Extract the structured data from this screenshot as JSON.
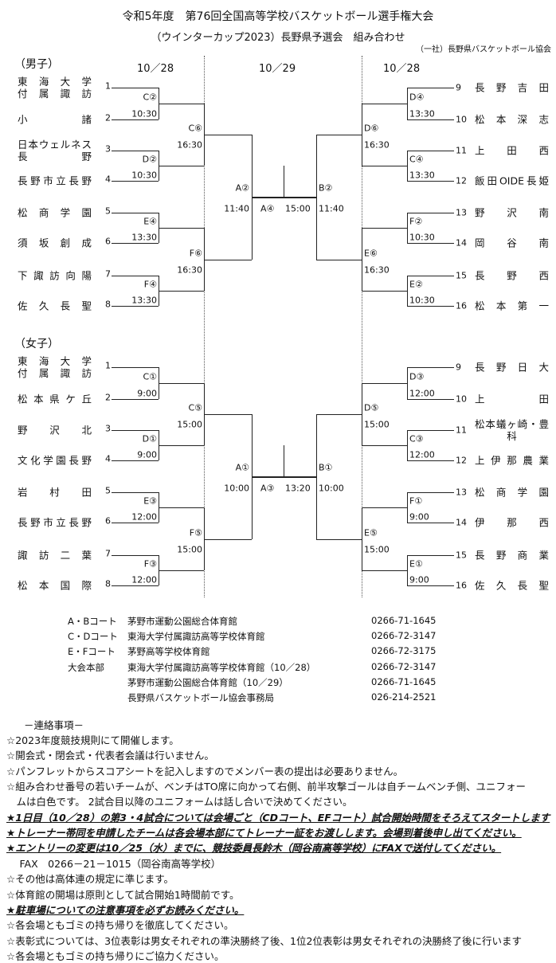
{
  "header": {
    "title": "令和5年度　第76回全国高等学校バスケットボール選手権大会",
    "subtitle": "（ウインターカップ2023）長野県予選会　組み合わせ",
    "org": "（一社）長野県バスケットボール協会"
  },
  "dates": [
    "10／28",
    "10／29",
    "10／28"
  ],
  "men": {
    "label": "（男子）",
    "left": {
      "teams": [
        {
          "num": "1",
          "lines": [
            "東海大学",
            "付属諏訪"
          ]
        },
        {
          "num": "2",
          "lines": [
            "小　　諸"
          ]
        },
        {
          "num": "3",
          "lines": [
            "日本ウェルネス",
            "長　　野"
          ]
        },
        {
          "num": "4",
          "lines": [
            "長野市立長野"
          ]
        },
        {
          "num": "5",
          "lines": [
            "松商学園"
          ]
        },
        {
          "num": "6",
          "lines": [
            "須坂創成"
          ]
        },
        {
          "num": "7",
          "lines": [
            "下諏訪向陽"
          ]
        },
        {
          "num": "8",
          "lines": [
            "佐久長聖"
          ]
        }
      ],
      "r1": [
        {
          "court": "C②",
          "time": "10:30"
        },
        {
          "court": "D②",
          "time": "10:30"
        },
        {
          "court": "E④",
          "time": "13:30"
        },
        {
          "court": "F④",
          "time": "13:30"
        }
      ],
      "r2": [
        {
          "court": "C⑥",
          "time": "16:30"
        },
        {
          "court": "F⑥",
          "time": "16:30"
        }
      ],
      "semi": {
        "court": "A②",
        "time": "11:40"
      }
    },
    "right": {
      "teams": [
        {
          "num": "9",
          "lines": [
            "長野吉田"
          ]
        },
        {
          "num": "10",
          "lines": [
            "松本深志"
          ]
        },
        {
          "num": "11",
          "lines": [
            "上　田　西"
          ]
        },
        {
          "num": "12",
          "lines": [
            "飯田OIDE長姫"
          ]
        },
        {
          "num": "13",
          "lines": [
            "野　沢　南"
          ]
        },
        {
          "num": "14",
          "lines": [
            "岡　谷　南"
          ]
        },
        {
          "num": "15",
          "lines": [
            "長　野　西"
          ]
        },
        {
          "num": "16",
          "lines": [
            "松本第一"
          ]
        }
      ],
      "r1": [
        {
          "court": "D④",
          "time": "13:30"
        },
        {
          "court": "C④",
          "time": "13:30"
        },
        {
          "court": "F②",
          "time": "10:30"
        },
        {
          "court": "E②",
          "time": "10:30"
        }
      ],
      "r2": [
        {
          "court": "D⑥",
          "time": "16:30"
        },
        {
          "court": "E⑥",
          "time": "16:30"
        }
      ],
      "semi": {
        "court": "B②",
        "time": "11:40"
      }
    },
    "final": {
      "court": "A④",
      "time": "15:00"
    }
  },
  "women": {
    "label": "（女子）",
    "left": {
      "teams": [
        {
          "num": "1",
          "lines": [
            "東海大学",
            "付属諏訪"
          ]
        },
        {
          "num": "2",
          "lines": [
            "松本県ケ丘"
          ]
        },
        {
          "num": "3",
          "lines": [
            "野　沢　北"
          ]
        },
        {
          "num": "4",
          "lines": [
            "文化学園長野"
          ]
        },
        {
          "num": "5",
          "lines": [
            "岩　村　田"
          ]
        },
        {
          "num": "6",
          "lines": [
            "長野市立長野"
          ]
        },
        {
          "num": "7",
          "lines": [
            "諏訪二葉"
          ]
        },
        {
          "num": "8",
          "lines": [
            "松本国際"
          ]
        }
      ],
      "r1": [
        {
          "court": "C①",
          "time": "9:00"
        },
        {
          "court": "D①",
          "time": "9:00"
        },
        {
          "court": "E③",
          "time": "12:00"
        },
        {
          "court": "F③",
          "time": "12:00"
        }
      ],
      "r2": [
        {
          "court": "C⑤",
          "time": "15:00"
        },
        {
          "court": "F⑤",
          "time": "15:00"
        }
      ],
      "semi": {
        "court": "A①",
        "time": "10:00"
      }
    },
    "right": {
      "teams": [
        {
          "num": "9",
          "lines": [
            "長野日大"
          ]
        },
        {
          "num": "10",
          "lines": [
            "上　　田"
          ]
        },
        {
          "num": "11",
          "lines": [
            "松本蟻ヶ崎・豊",
            "科"
          ]
        },
        {
          "num": "12",
          "lines": [
            "上伊那農業"
          ]
        },
        {
          "num": "13",
          "lines": [
            "松商学園"
          ]
        },
        {
          "num": "14",
          "lines": [
            "伊　那　西"
          ]
        },
        {
          "num": "15",
          "lines": [
            "長野商業"
          ]
        },
        {
          "num": "16",
          "lines": [
            "佐久長聖"
          ]
        }
      ],
      "r1": [
        {
          "court": "D③",
          "time": "12:00"
        },
        {
          "court": "C③",
          "time": "12:00"
        },
        {
          "court": "F①",
          "time": "9:00"
        },
        {
          "court": "E①",
          "time": "9:00"
        }
      ],
      "r2": [
        {
          "court": "D⑤",
          "time": "15:00"
        },
        {
          "court": "E⑤",
          "time": "15:00"
        }
      ],
      "semi": {
        "court": "B①",
        "time": "10:00"
      }
    },
    "final": {
      "court": "A③",
      "time": "13:20"
    }
  },
  "venues": [
    {
      "label": "A・Bコート",
      "name": "茅野市運動公園総合体育館",
      "phone": "0266-71-1645"
    },
    {
      "label": "C・Dコート",
      "name": "東海大学付属諏訪高等学校体育館",
      "phone": "0266-72-3147"
    },
    {
      "label": "E・Fコート",
      "name": "茅野高等学校体育館",
      "phone": "0266-72-3175"
    },
    {
      "label": "大会本部",
      "name": "東海大学付属諏訪高等学校体育館（10／28）",
      "phone": "0266-72-3147"
    },
    {
      "label": "",
      "name": "茅野市運動公園総合体育館（10／29）",
      "phone": "0266-71-1645"
    },
    {
      "label": "",
      "name": "長野県バスケットボール協会事務局",
      "phone": "026-214-2521"
    }
  ],
  "notes": {
    "heading": "－連絡事項－",
    "items": [
      {
        "text": "☆2023年度競技規則にて開催します。",
        "em": false
      },
      {
        "text": "☆開会式・閉会式・代表者会議は行いません。",
        "em": false
      },
      {
        "text": "☆パンフレットからスコアシートを記入しますのでメンバー表の提出は必要ありません。",
        "em": false
      },
      {
        "text": "☆組み合わせ番号の若いチームが、ベンチはTO席に向かって右側、前半攻撃ゴールは自チームベンチ側、ユニフォー",
        "em": false
      },
      {
        "text": "　ムは白色です。 2試合目以降のユニフォームは話し合いで決めてください。",
        "em": false
      },
      {
        "text": "★1日目（10／28）の第3・4試合については会場ごと（CDコート、EFコート）試合開始時間をそろえてスタートします",
        "em": true
      },
      {
        "text": "★トレーナー帯同を申請したチームは各会場本部にてトレーナー証をお渡しします。会場到着後申し出てください。",
        "em": true
      },
      {
        "text": "★エントリーの変更は10／25（水）までに、競技委員長鈴木（岡谷南高等学校）にFAXで送付してください。",
        "em": true
      },
      {
        "text": "　 FAX　0266－21－1015（岡谷南高等学校）",
        "em": false
      },
      {
        "text": "☆その他は高体連の規定に準じます。",
        "em": false
      },
      {
        "text": "☆体育館の開場は原則として試合開始1時間前です。",
        "em": false
      },
      {
        "text": "★駐車場についての注意事項を必ずお読みください。",
        "em": true
      },
      {
        "text": "☆各会場ともゴミの持ち帰りを徹底してください。",
        "em": false
      },
      {
        "text": "☆表彰式については、3位表彰は男女それぞれの準決勝終了後、1位2位表彰は男女それぞれの決勝終了後に行います",
        "em": false
      },
      {
        "text": "☆各会場ともゴミの持ち帰りにご協力ください。",
        "em": false
      }
    ]
  }
}
